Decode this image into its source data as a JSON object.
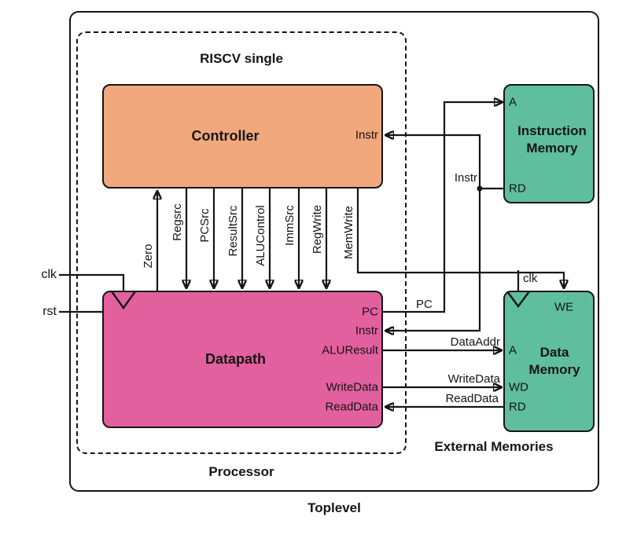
{
  "labels": {
    "toplevel": "Toplevel",
    "processor": "Processor",
    "riscv_single": "RISCV single",
    "external_memories": "External Memories"
  },
  "inputs": {
    "clk": "clk",
    "rst": "rst"
  },
  "controller": {
    "title": "Controller",
    "port_instr": "Instr"
  },
  "datapath": {
    "title": "Datapath",
    "port_pc": "PC",
    "port_instr": "Instr",
    "port_aluresult": "ALUResult",
    "port_writedata": "WriteData",
    "port_readdata": "ReadData"
  },
  "instruction_memory": {
    "title": "Instruction Memory",
    "port_a": "A",
    "port_rd": "RD"
  },
  "data_memory": {
    "title": "Data Memory",
    "clk": "clk",
    "port_we": "WE",
    "port_a": "A",
    "port_wd": "WD",
    "port_rd": "RD"
  },
  "control_signals": {
    "zero": "Zero",
    "regsrc": "Regsrc",
    "pcsrc": "PCSrc",
    "resultsrc": "ResultSrc",
    "alucontrol": "ALUControl",
    "immsrc": "ImmSrc",
    "regwrite": "RegWrite",
    "memwrite": "MemWrite"
  },
  "wires": {
    "pc": "PC",
    "instr": "Instr",
    "dataaddr": "DataAddr",
    "writedata": "WriteData",
    "readdata": "ReadData"
  },
  "colors": {
    "controller_fill": "#F0A87C",
    "datapath_fill": "#E2609E",
    "memory_fill": "#5FBE9E",
    "line": "#151515",
    "background": "#FFFFFF"
  }
}
